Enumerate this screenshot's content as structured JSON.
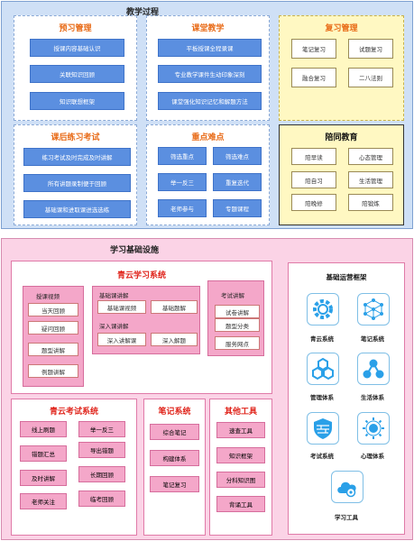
{
  "top": {
    "title": "教学过程",
    "preview": {
      "title": "预习管理",
      "items": [
        "授课内容基础认识",
        "关联知识回顾",
        "知识联想框架"
      ]
    },
    "classroom": {
      "title": "课堂教学",
      "items": [
        "平板授课全程录课",
        "专业教学课件生动印象深刻",
        "课堂强化知识记忆和解题方法"
      ]
    },
    "review": {
      "title": "复习管理",
      "items": [
        "笔记复习",
        "试题复习",
        "融合复习",
        "二八法则"
      ]
    },
    "practice": {
      "title": "课后练习考试",
      "items": [
        "练习考试及时完成及时讲解",
        "所有讲题录制便于回顾",
        "基础课和进取课进选选练"
      ]
    },
    "keypoints": {
      "title": "重点难点",
      "items": [
        "筛选重点",
        "筛选难点",
        "举一反三",
        "重复迭代",
        "老师参与",
        "专题课程"
      ]
    },
    "companion": {
      "title": "陪同教育",
      "items": [
        "陪早读",
        "心态管理",
        "陪自习",
        "生活管理",
        "陪晚修",
        "陪锻炼"
      ]
    }
  },
  "bottom": {
    "title": "学习基础设施",
    "qingyun": {
      "title": "青云学习系统",
      "col1": {
        "title": "授课视频",
        "items": [
          "当天回顾",
          "疑问回顾",
          "题型讲解",
          "例题讲解"
        ]
      },
      "col2": {
        "title1": "基础课讲解",
        "items1": [
          "基础课视频",
          "基础题解"
        ],
        "title2": "深入课讲解",
        "items2": [
          "深入讲解课",
          "深入解题"
        ]
      },
      "col3": {
        "title": "考试讲解",
        "items": [
          "试卷讲解",
          "题型分类",
          "服务网点"
        ]
      }
    },
    "exam": {
      "title": "青云考试系统",
      "items": [
        "线上刷题",
        "举一反三",
        "错题汇总",
        "导出错题",
        "及时讲解",
        "长期回顾",
        "老师关注",
        "临考回顾"
      ]
    },
    "notes": {
      "title": "笔记系统",
      "items": [
        "综合笔记",
        "构建体系",
        "笔记复习"
      ]
    },
    "tools": {
      "title": "其他工具",
      "items": [
        "速查工具",
        "知识框架",
        "分科知识图",
        "背诵工具"
      ]
    },
    "infra": {
      "title": "基础运营框架",
      "icons": [
        {
          "label": "青云系统",
          "icon": "gear-icon"
        },
        {
          "label": "笔记系统",
          "icon": "network-icon"
        },
        {
          "label": "管理体系",
          "icon": "hexagon-icon"
        },
        {
          "label": "生活体系",
          "icon": "molecule-icon"
        },
        {
          "label": "考试系统",
          "icon": "shield-icon"
        },
        {
          "label": "心理体系",
          "icon": "sun-icon"
        },
        {
          "label": "学习工具",
          "icon": "cloud-gear-icon"
        }
      ]
    }
  },
  "colors": {
    "top_bg": "#cfe0f6",
    "bottom_bg": "#fbd3e6",
    "blue_btn": "#5b8fe0",
    "orange_title": "#e86a16",
    "red_title": "#e0251c",
    "pink_box": "#f4a7c9"
  }
}
